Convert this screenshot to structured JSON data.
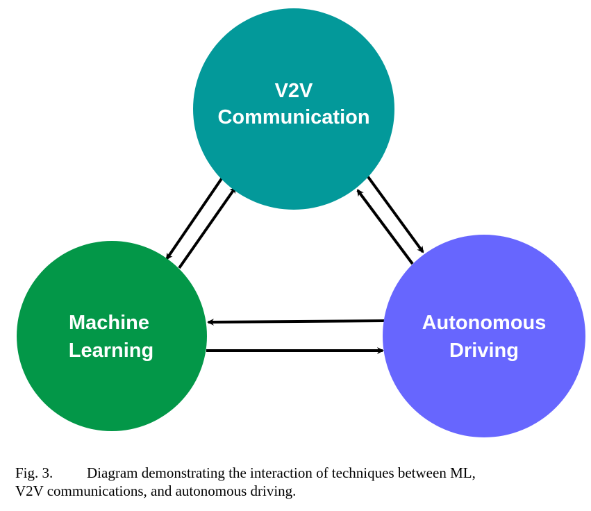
{
  "nodes": {
    "v2v": {
      "line1": "V2V",
      "line2": "Communication",
      "color": "#03999a"
    },
    "ml": {
      "line1": "Machine",
      "line2": "Learning",
      "color": "#039748"
    },
    "ad": {
      "line1": "Autonomous",
      "line2": "Driving",
      "color": "#6766fe"
    }
  },
  "edges": [
    {
      "from": "v2v",
      "to": "ml"
    },
    {
      "from": "ml",
      "to": "v2v"
    },
    {
      "from": "v2v",
      "to": "ad"
    },
    {
      "from": "ad",
      "to": "v2v"
    },
    {
      "from": "ad",
      "to": "ml"
    },
    {
      "from": "ml",
      "to": "ad"
    }
  ],
  "caption": {
    "figure_number": "Fig. 3.",
    "line1": "Diagram demonstrating the interaction of techniques between ML,",
    "line2": "V2V communications, and autonomous driving."
  }
}
